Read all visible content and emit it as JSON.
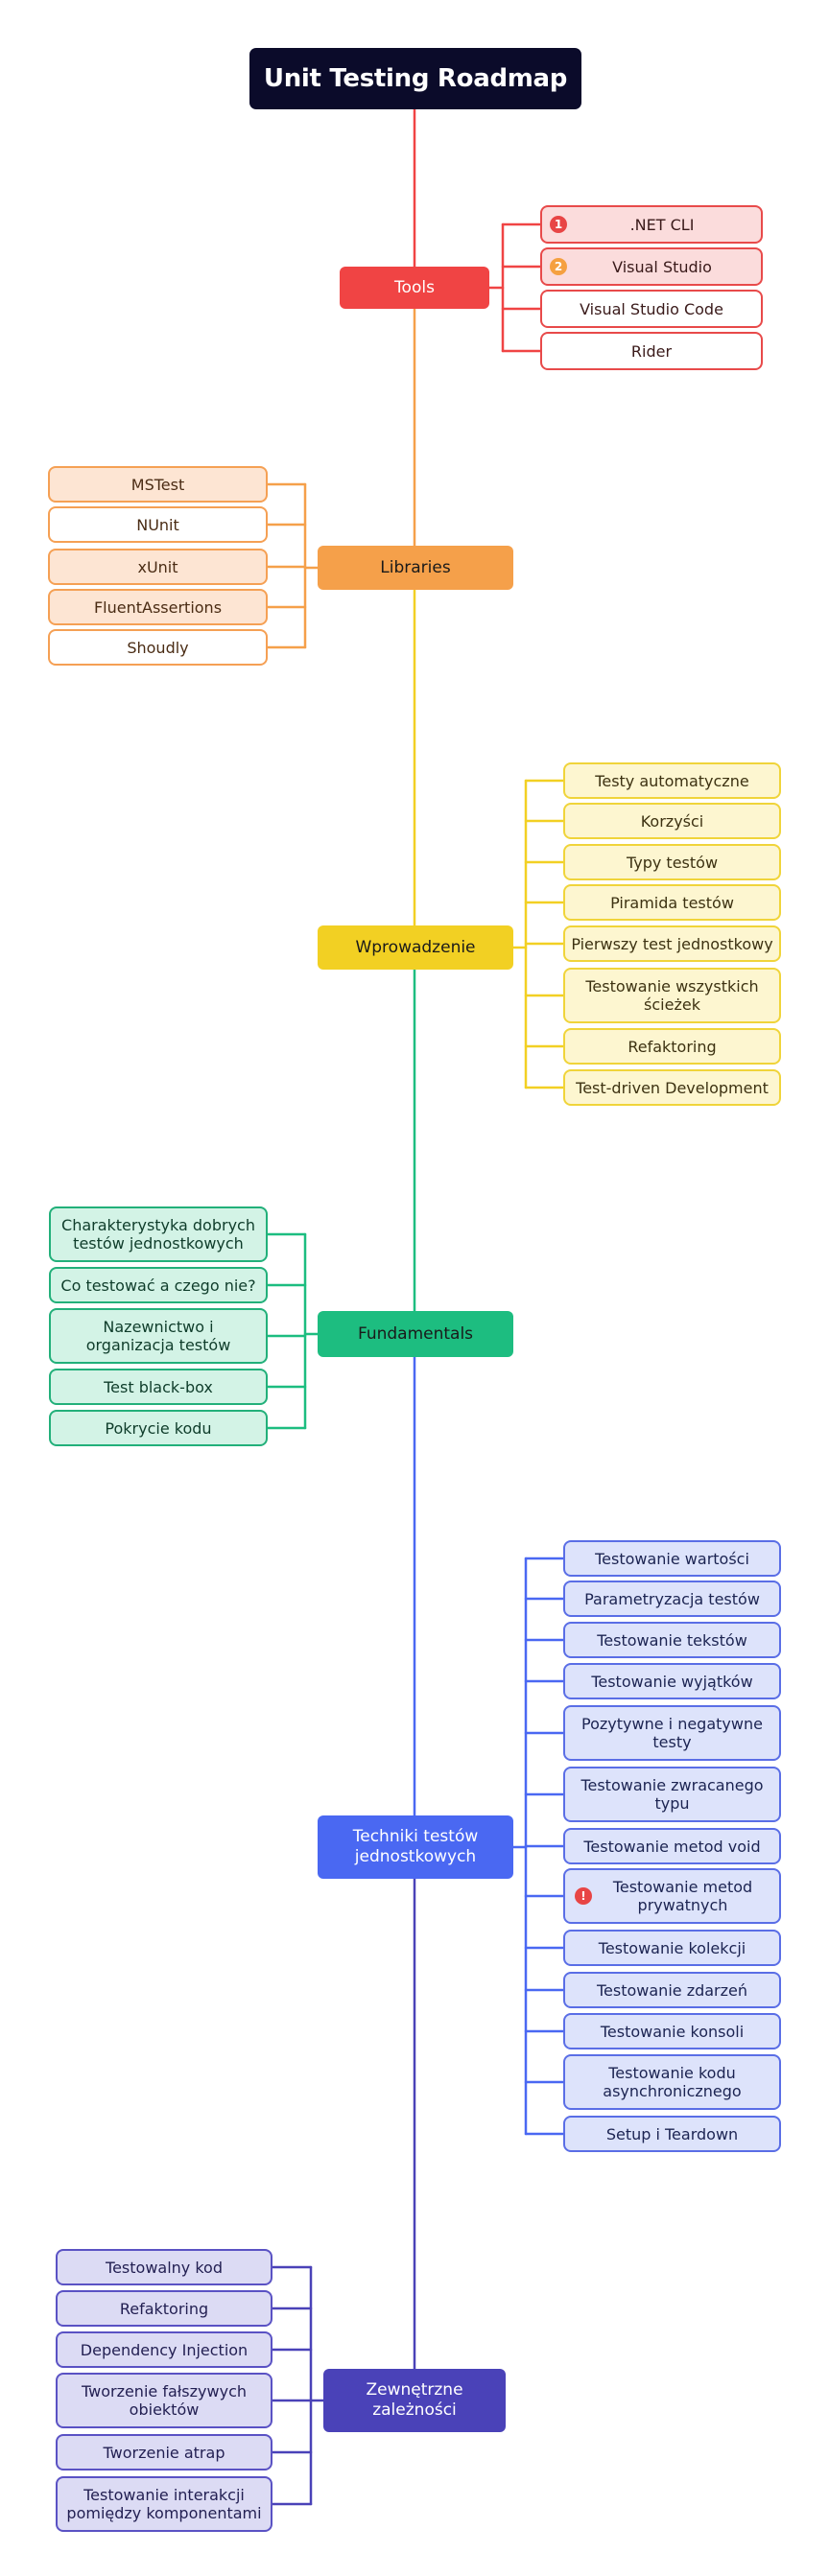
{
  "title": "Unit Testing Roadmap",
  "colors": {
    "tools": "#f04444",
    "libraries": "#f5a04a",
    "intro": "#f2d023",
    "fundamentals": "#1dbd80",
    "techniques": "#4a68f2",
    "external": "#4a42b8"
  },
  "sections": [
    {
      "key": "tools",
      "label": "Tools",
      "side": "right",
      "items": [
        {
          "label": ".NET CLI",
          "badge": "1",
          "badge_color": "#e84545",
          "filled": true
        },
        {
          "label": "Visual Studio",
          "badge": "2",
          "badge_color": "#f5a040",
          "filled": true
        },
        {
          "label": "Visual Studio Code"
        },
        {
          "label": "Rider"
        }
      ]
    },
    {
      "key": "libraries",
      "label": "Libraries",
      "side": "left",
      "items": [
        {
          "label": "MSTest",
          "filled": true
        },
        {
          "label": "NUnit"
        },
        {
          "label": "xUnit",
          "filled": true
        },
        {
          "label": "FluentAssertions",
          "filled": true
        },
        {
          "label": "Shoudly"
        }
      ]
    },
    {
      "key": "intro",
      "label": "Wprowadzenie",
      "side": "right",
      "items": [
        {
          "label": "Testy automatyczne"
        },
        {
          "label": "Korzyści"
        },
        {
          "label": "Typy testów"
        },
        {
          "label": "Piramida testów"
        },
        {
          "label": "Pierwszy test jednostkowy"
        },
        {
          "label": "Testowanie wszystkich ścieżek"
        },
        {
          "label": "Refaktoring"
        },
        {
          "label": "Test-driven Development"
        }
      ]
    },
    {
      "key": "fundamentals",
      "label": "Fundamentals",
      "side": "left",
      "items": [
        {
          "label": "Charakterystyka dobrych testów jednostkowych"
        },
        {
          "label": "Co testować a czego nie?"
        },
        {
          "label": "Nazewnictwo i organizacja testów"
        },
        {
          "label": "Test black-box"
        },
        {
          "label": "Pokrycie kodu"
        }
      ]
    },
    {
      "key": "techniques",
      "label": "Techniki testów jednostkowych",
      "side": "right",
      "items": [
        {
          "label": "Testowanie wartości"
        },
        {
          "label": "Parametryzacja testów"
        },
        {
          "label": "Testowanie tekstów"
        },
        {
          "label": "Testowanie wyjątków"
        },
        {
          "label": "Pozytywne i negatywne testy"
        },
        {
          "label": "Testowanie zwracanego typu"
        },
        {
          "label": "Testowanie metod void"
        },
        {
          "label": "Testowanie metod prywatnych",
          "badge": "!",
          "badge_color": "#e84545"
        },
        {
          "label": "Testowanie kolekcji"
        },
        {
          "label": "Testowanie zdarzeń"
        },
        {
          "label": "Testowanie konsoli"
        },
        {
          "label": "Testowanie kodu asynchronicznego"
        },
        {
          "label": "Setup i Teardown"
        }
      ]
    },
    {
      "key": "external",
      "label": "Zewnętrzne zależności",
      "side": "left",
      "items": [
        {
          "label": "Testowalny kod"
        },
        {
          "label": "Refaktoring"
        },
        {
          "label": "Dependency Injection"
        },
        {
          "label": "Tworzenie fałszywych obiektów"
        },
        {
          "label": "Tworzenie atrap"
        },
        {
          "label": "Testowanie interakcji pomiędzy komponentami"
        }
      ]
    }
  ]
}
